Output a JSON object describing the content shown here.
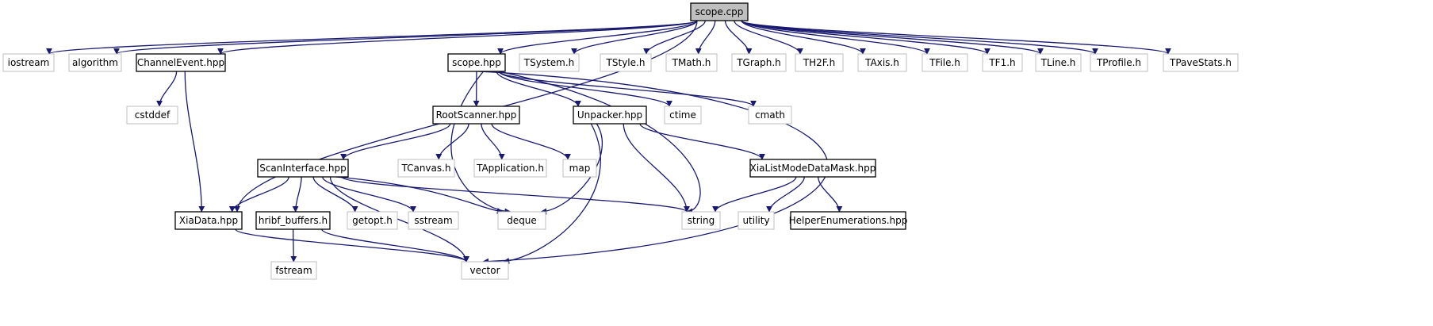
{
  "graph": {
    "type": "include-dependency-graph",
    "colors": {
      "edge": "#191970",
      "root_fill": "#bfbfbf",
      "internal_border": "#000000",
      "external_border": "#bfbfbf",
      "text": "#000000"
    },
    "nodes": [
      {
        "id": "scope_cpp",
        "label": "scope.cpp",
        "kind": "root"
      },
      {
        "id": "iostream",
        "label": "iostream",
        "kind": "external"
      },
      {
        "id": "algorithm",
        "label": "algorithm",
        "kind": "external"
      },
      {
        "id": "channelevent",
        "label": "ChannelEvent.hpp",
        "kind": "internal"
      },
      {
        "id": "scope_hpp",
        "label": "scope.hpp",
        "kind": "internal"
      },
      {
        "id": "tsystem",
        "label": "TSystem.h",
        "kind": "external"
      },
      {
        "id": "tstyle",
        "label": "TStyle.h",
        "kind": "external"
      },
      {
        "id": "tmath",
        "label": "TMath.h",
        "kind": "external"
      },
      {
        "id": "tgraph",
        "label": "TGraph.h",
        "kind": "external"
      },
      {
        "id": "th2f",
        "label": "TH2F.h",
        "kind": "external"
      },
      {
        "id": "taxis",
        "label": "TAxis.h",
        "kind": "external"
      },
      {
        "id": "tfile",
        "label": "TFile.h",
        "kind": "external"
      },
      {
        "id": "tf1",
        "label": "TF1.h",
        "kind": "external"
      },
      {
        "id": "tline",
        "label": "TLine.h",
        "kind": "external"
      },
      {
        "id": "tprofile",
        "label": "TProfile.h",
        "kind": "external"
      },
      {
        "id": "tpavestats",
        "label": "TPaveStats.h",
        "kind": "external"
      },
      {
        "id": "cstddef",
        "label": "cstddef",
        "kind": "external"
      },
      {
        "id": "rootscanner",
        "label": "RootScanner.hpp",
        "kind": "internal"
      },
      {
        "id": "unpacker",
        "label": "Unpacker.hpp",
        "kind": "internal"
      },
      {
        "id": "ctime",
        "label": "ctime",
        "kind": "external"
      },
      {
        "id": "cmath",
        "label": "cmath",
        "kind": "external"
      },
      {
        "id": "scaninterface",
        "label": "ScanInterface.hpp",
        "kind": "internal"
      },
      {
        "id": "tcanvas",
        "label": "TCanvas.h",
        "kind": "external"
      },
      {
        "id": "tapplication",
        "label": "TApplication.h",
        "kind": "external"
      },
      {
        "id": "map",
        "label": "map",
        "kind": "external"
      },
      {
        "id": "xialistmode",
        "label": "XiaListModeDataMask.hpp",
        "kind": "internal"
      },
      {
        "id": "xiadata",
        "label": "XiaData.hpp",
        "kind": "internal"
      },
      {
        "id": "hribf",
        "label": "hribf_buffers.h",
        "kind": "internal"
      },
      {
        "id": "getopt",
        "label": "getopt.h",
        "kind": "external"
      },
      {
        "id": "sstream",
        "label": "sstream",
        "kind": "external"
      },
      {
        "id": "deque",
        "label": "deque",
        "kind": "external"
      },
      {
        "id": "string",
        "label": "string",
        "kind": "external"
      },
      {
        "id": "utility",
        "label": "utility",
        "kind": "external"
      },
      {
        "id": "helperenum",
        "label": "HelperEnumerations.hpp",
        "kind": "internal"
      },
      {
        "id": "fstream",
        "label": "fstream",
        "kind": "external"
      },
      {
        "id": "vector",
        "label": "vector",
        "kind": "external"
      }
    ],
    "edges": [
      {
        "from": "scope_cpp",
        "to": "iostream"
      },
      {
        "from": "scope_cpp",
        "to": "algorithm"
      },
      {
        "from": "scope_cpp",
        "to": "channelevent"
      },
      {
        "from": "scope_cpp",
        "to": "xiadata"
      },
      {
        "from": "scope_cpp",
        "to": "scope_hpp"
      },
      {
        "from": "scope_cpp",
        "to": "tsystem"
      },
      {
        "from": "scope_cpp",
        "to": "tstyle"
      },
      {
        "from": "scope_cpp",
        "to": "tmath"
      },
      {
        "from": "scope_cpp",
        "to": "tgraph"
      },
      {
        "from": "scope_cpp",
        "to": "th2f"
      },
      {
        "from": "scope_cpp",
        "to": "taxis"
      },
      {
        "from": "scope_cpp",
        "to": "tfile"
      },
      {
        "from": "scope_cpp",
        "to": "tf1"
      },
      {
        "from": "scope_cpp",
        "to": "tline"
      },
      {
        "from": "scope_cpp",
        "to": "tprofile"
      },
      {
        "from": "scope_cpp",
        "to": "tpavestats"
      },
      {
        "from": "channelevent",
        "to": "cstddef"
      },
      {
        "from": "channelevent",
        "to": "xiadata"
      },
      {
        "from": "scope_hpp",
        "to": "rootscanner"
      },
      {
        "from": "scope_hpp",
        "to": "unpacker"
      },
      {
        "from": "scope_hpp",
        "to": "ctime"
      },
      {
        "from": "scope_hpp",
        "to": "cmath"
      },
      {
        "from": "scope_hpp",
        "to": "deque"
      },
      {
        "from": "scope_hpp",
        "to": "string"
      },
      {
        "from": "scope_hpp",
        "to": "vector"
      },
      {
        "from": "rootscanner",
        "to": "scaninterface"
      },
      {
        "from": "rootscanner",
        "to": "tcanvas"
      },
      {
        "from": "rootscanner",
        "to": "tapplication"
      },
      {
        "from": "rootscanner",
        "to": "map"
      },
      {
        "from": "unpacker",
        "to": "xialistmode"
      },
      {
        "from": "unpacker",
        "to": "deque"
      },
      {
        "from": "unpacker",
        "to": "string"
      },
      {
        "from": "unpacker",
        "to": "vector"
      },
      {
        "from": "scaninterface",
        "to": "xiadata"
      },
      {
        "from": "scaninterface",
        "to": "hribf"
      },
      {
        "from": "scaninterface",
        "to": "getopt"
      },
      {
        "from": "scaninterface",
        "to": "sstream"
      },
      {
        "from": "scaninterface",
        "to": "deque"
      },
      {
        "from": "scaninterface",
        "to": "string"
      },
      {
        "from": "scaninterface",
        "to": "vector"
      },
      {
        "from": "xialistmode",
        "to": "string"
      },
      {
        "from": "xialistmode",
        "to": "utility"
      },
      {
        "from": "xialistmode",
        "to": "helperenum"
      },
      {
        "from": "xiadata",
        "to": "vector"
      },
      {
        "from": "hribf",
        "to": "fstream"
      },
      {
        "from": "hribf",
        "to": "vector"
      }
    ]
  }
}
